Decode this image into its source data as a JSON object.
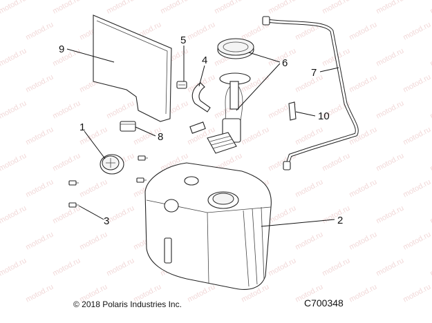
{
  "watermark": "motod.ru",
  "callouts": [
    "1",
    "2",
    "3",
    "4",
    "5",
    "6",
    "7",
    "8",
    "9",
    "10"
  ],
  "footer": {
    "copyright": "© 2018 Polaris Industries Inc.",
    "figure_id": "C700348"
  }
}
